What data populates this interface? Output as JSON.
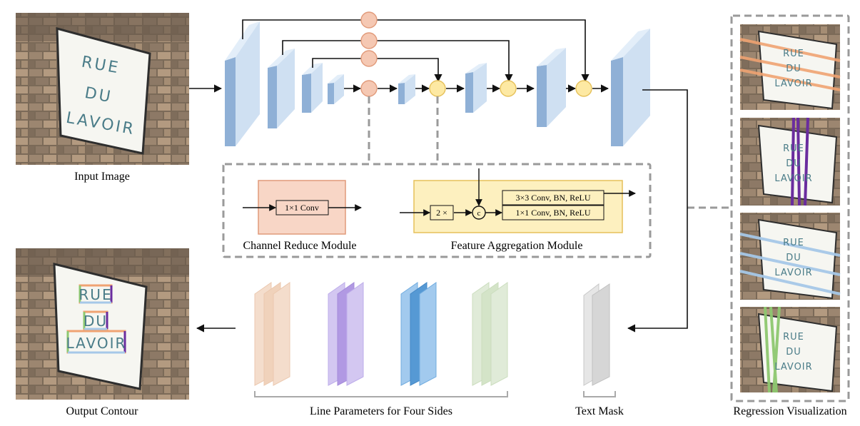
{
  "labels": {
    "input_image": "Input Image",
    "output_contour": "Output Contour",
    "channel_reduce_module": "Channel Reduce Module",
    "feature_aggregation_module": "Feature Aggregation Module",
    "line_parameters": "Line Parameters for Four Sides",
    "text_mask": "Text Mask",
    "regression_visualization": "Regression Visualization"
  },
  "modules": {
    "conv_1x1": "1×1 Conv",
    "upsample_2x": "2 ×",
    "concat": "c",
    "conv_3x3_bn_relu": "3×3 Conv, BN, ReLU",
    "conv_1x1_bn_relu": "1×1 Conv, BN, ReLU"
  },
  "sign_text": [
    "RUE",
    "DU",
    "LAVOIR"
  ],
  "colors": {
    "encoder_block": "#a9c6e6",
    "reduce_node": "#f5c8b3",
    "aggregate_node": "#fde9a3",
    "reduce_module_bg": "#f8d6c6",
    "aggregate_module_bg": "#fdf0bf",
    "side_top": "#f0a372",
    "side_right": "#6a2c9e",
    "side_bottom": "#a6c8e8",
    "side_left": "#8ec870",
    "dashed": "#9a9a9a"
  }
}
